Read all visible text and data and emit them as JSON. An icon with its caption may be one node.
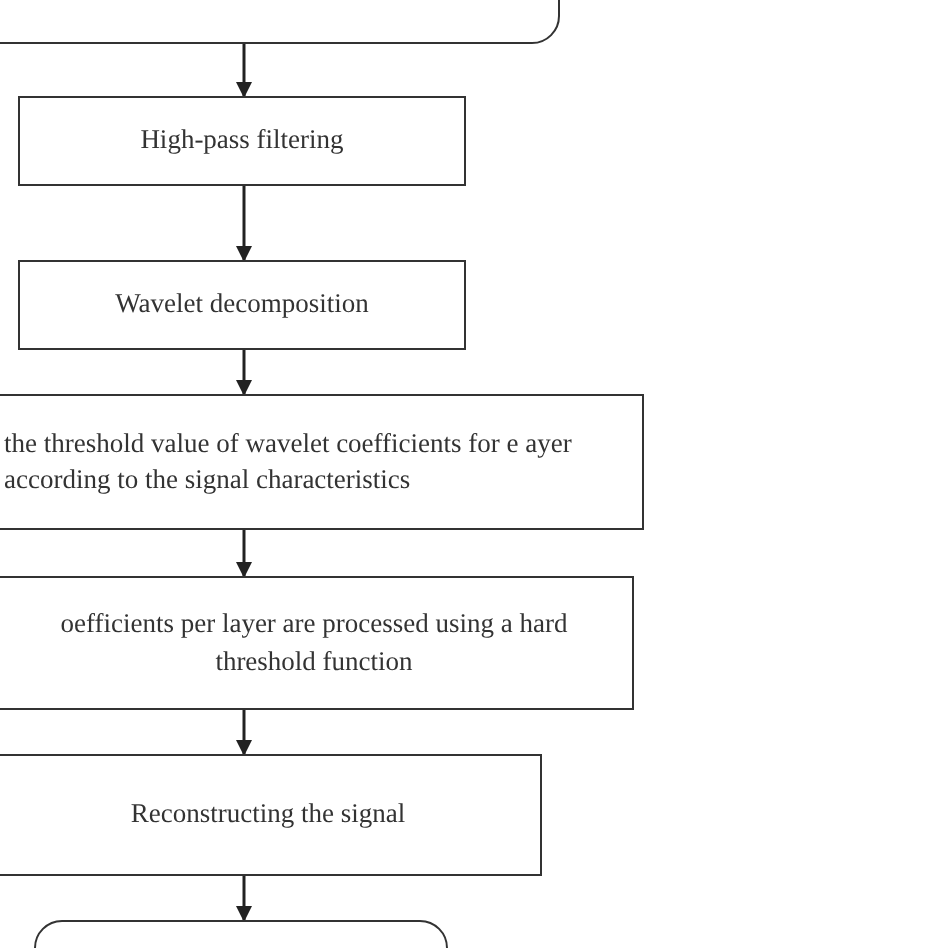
{
  "diagram": {
    "nodes": [
      {
        "text": [],
        "shape": "box"
      },
      {
        "text": [
          "High-pass filtering"
        ]
      },
      {
        "text": [
          "Wavelet decomposition"
        ]
      },
      {
        "text": [
          "the threshold value of wavelet coefficients for e ayer according to the signal characteristics"
        ]
      },
      {
        "text": [
          "oefficients per layer are processed using a hard threshold function"
        ]
      },
      {
        "text": [
          "Reconstructing the signal"
        ]
      },
      {
        "text": [],
        "shape": "box"
      }
    ],
    "edges": [
      {
        "from": 0,
        "to": 1,
        "arrow": "to"
      },
      {
        "from": 1,
        "to": 2,
        "arrow": "to"
      },
      {
        "from": 2,
        "to": 3,
        "arrow": "to"
      },
      {
        "from": 3,
        "to": 4,
        "arrow": "to"
      },
      {
        "from": 4,
        "to": 5,
        "arrow": "to"
      },
      {
        "from": 5,
        "to": 6,
        "arrow": "to"
      }
    ]
  }
}
